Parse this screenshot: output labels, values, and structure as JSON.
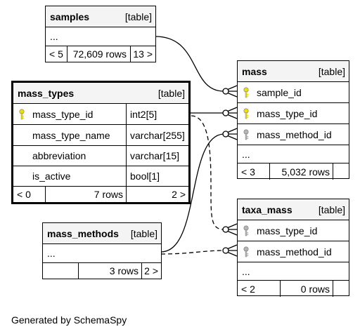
{
  "tables": {
    "samples": {
      "name": "samples",
      "kind": "[table]",
      "ellipsis": "...",
      "footer": {
        "left": "< 5",
        "mid": "72,609 rows",
        "right": "13 >"
      }
    },
    "mass_types": {
      "name": "mass_types",
      "kind": "[table]",
      "columns": [
        {
          "name": "mass_type_id",
          "type": "int2[5]"
        },
        {
          "name": "mass_type_name",
          "type": "varchar[255]"
        },
        {
          "name": "abbreviation",
          "type": "varchar[15]"
        },
        {
          "name": "is_active",
          "type": "bool[1]"
        }
      ],
      "footer": {
        "left": "< 0",
        "mid": "7 rows",
        "right": "2 >"
      }
    },
    "mass": {
      "name": "mass",
      "kind": "[table]",
      "columns": [
        "sample_id",
        "mass_type_id",
        "mass_method_id"
      ],
      "ellipsis": "...",
      "footer": {
        "left": "< 3",
        "mid": "5,032 rows",
        "right": ""
      }
    },
    "mass_methods": {
      "name": "mass_methods",
      "kind": "[table]",
      "ellipsis": "...",
      "footer": {
        "left": "",
        "mid": "3 rows",
        "right": "2 >"
      }
    },
    "taxa_mass": {
      "name": "taxa_mass",
      "kind": "[table]",
      "columns": [
        "mass_type_id",
        "mass_method_id"
      ],
      "ellipsis": "...",
      "footer": {
        "left": "< 2",
        "mid": "0 rows",
        "right": ""
      }
    }
  },
  "generated_by": "Generated by SchemaSpy",
  "colors": {
    "primary_key": "#f0e000",
    "foreign_key": "#b4b4b4"
  }
}
